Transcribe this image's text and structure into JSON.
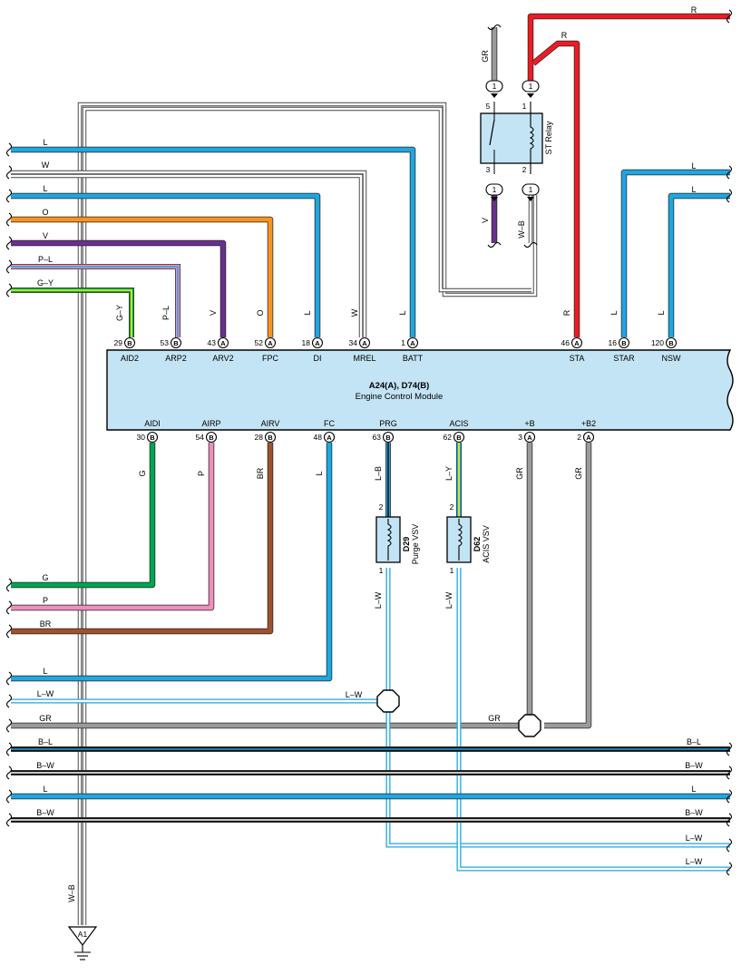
{
  "colors": {
    "L": "#1ea7e1",
    "W": "#ffffff",
    "O": "#f7941d",
    "V": "#6b2f8e",
    "P": "#ef8fbd",
    "G": "#00a650",
    "Y": "#fff200",
    "BR": "#a0522d",
    "GR": "#9b9b9b",
    "R": "#ed1c24",
    "B": "#111111",
    "ecm_fill": "#c3e4f5",
    "relay_fill": "#c3e4f5"
  },
  "ecm": {
    "id": "A24(A), D74(B)",
    "name": "Engine Control Module"
  },
  "relay": {
    "name": "ST Relay",
    "pins": [
      "5",
      "1",
      "3",
      "2"
    ],
    "connector_label": "1"
  },
  "top_pins": [
    {
      "num": "29",
      "conn": "B",
      "name": "AID2",
      "wire": "G–Y"
    },
    {
      "num": "53",
      "conn": "B",
      "name": "ARP2",
      "wire": "P–L"
    },
    {
      "num": "43",
      "conn": "A",
      "name": "ARV2",
      "wire": "V"
    },
    {
      "num": "52",
      "conn": "A",
      "name": "FPC",
      "wire": "O"
    },
    {
      "num": "18",
      "conn": "A",
      "name": "DI",
      "wire": "L"
    },
    {
      "num": "34",
      "conn": "A",
      "name": "MREL",
      "wire": "W"
    },
    {
      "num": "1",
      "conn": "A",
      "name": "BATT",
      "wire": "L"
    },
    {
      "num": "46",
      "conn": "A",
      "name": "STA",
      "wire": "R"
    },
    {
      "num": "16",
      "conn": "B",
      "name": "STAR",
      "wire": "L"
    },
    {
      "num": "120",
      "conn": "B",
      "name": "NSW",
      "wire": "L"
    }
  ],
  "bottom_pins": [
    {
      "num": "30",
      "conn": "B",
      "name": "AIDI",
      "wire": "G"
    },
    {
      "num": "54",
      "conn": "B",
      "name": "AIRP",
      "wire": "P"
    },
    {
      "num": "28",
      "conn": "B",
      "name": "AIRV",
      "wire": "BR"
    },
    {
      "num": "48",
      "conn": "A",
      "name": "FC",
      "wire": "L"
    },
    {
      "num": "63",
      "conn": "B",
      "name": "PRG",
      "wire": "L–B"
    },
    {
      "num": "62",
      "conn": "B",
      "name": "ACIS",
      "wire": "L–Y"
    },
    {
      "num": "3",
      "conn": "A",
      "name": "+B",
      "wire": "GR"
    },
    {
      "num": "2",
      "conn": "A",
      "name": "+B2",
      "wire": "GR"
    }
  ],
  "left_wires": [
    "L",
    "W",
    "L",
    "O",
    "V",
    "P–L",
    "G–Y"
  ],
  "left_bottom_wires": [
    "G",
    "P",
    "BR",
    "L",
    "L–W",
    "GR",
    "B–L",
    "B–W",
    "L",
    "B–W"
  ],
  "right_top_wires": [
    "R",
    "L",
    "L"
  ],
  "right_bottom_wires": [
    "B–L",
    "B–W",
    "L",
    "B–W",
    "L–W",
    "L–W"
  ],
  "relay_wires": {
    "top_left": "GR",
    "top_right": "R",
    "bottom_left": "V",
    "bottom_right": "W–B"
  },
  "vsv": [
    {
      "id": "D29",
      "name": "Purge VSV",
      "pin_top": "2",
      "pin_bottom": "1",
      "wire_out": "L–W"
    },
    {
      "id": "D62",
      "name": "ACIS VSV",
      "pin_top": "2",
      "pin_bottom": "1",
      "wire_out": "L–W"
    }
  ],
  "junction_labels": {
    "lw_left": "L–W",
    "gr_left": "GR"
  },
  "ground": {
    "id": "A1",
    "wire": "W–B"
  }
}
